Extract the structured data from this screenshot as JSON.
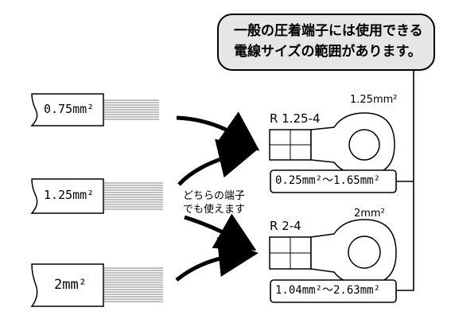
{
  "callout": {
    "line1": "一般の圧着端子には使用できる",
    "line2": "電線サイズの範囲があります。"
  },
  "wires": [
    {
      "label": "0.75mm²"
    },
    {
      "label": "1.25mm²"
    },
    {
      "label": "2mm²"
    }
  ],
  "middle_note": {
    "line1": "どちらの端子",
    "line2": "でも使えます"
  },
  "terminals": [
    {
      "model": "R 1.25-4",
      "size": "1.25mm²",
      "range": "0.25mm²〜1.65mm²"
    },
    {
      "model": "R 2-4",
      "size": "2mm²",
      "range": "1.04mm²〜2.63mm²"
    }
  ]
}
